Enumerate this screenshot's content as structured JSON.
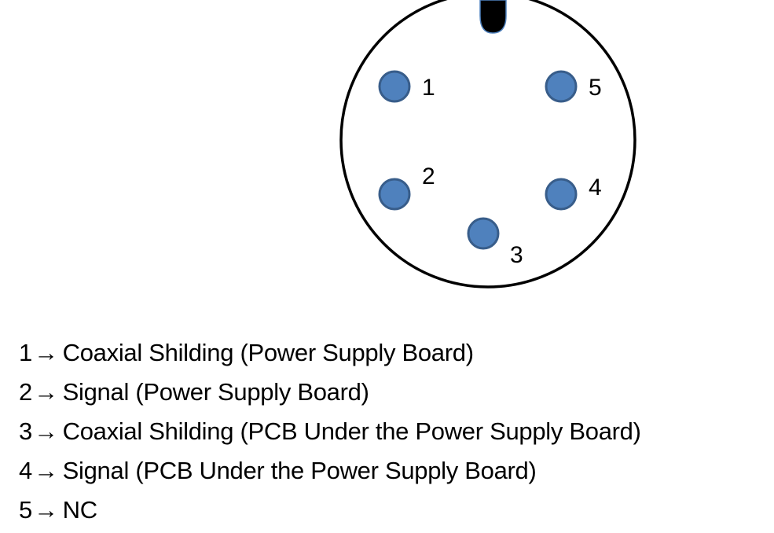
{
  "colors": {
    "pin_fill": "#4f81bd",
    "pin_stroke": "#385d8a",
    "outline": "#000000",
    "key_notch": "#000000"
  },
  "pins": [
    {
      "number": "1"
    },
    {
      "number": "2"
    },
    {
      "number": "3"
    },
    {
      "number": "4"
    },
    {
      "number": "5"
    }
  ],
  "legend": {
    "arrow": "→",
    "items": [
      {
        "number": "1",
        "description": "Coaxial Shilding (Power Supply Board)"
      },
      {
        "number": "2",
        "description": "Signal (Power Supply Board)"
      },
      {
        "number": "3",
        "description": "Coaxial Shilding (PCB Under the Power Supply Board)"
      },
      {
        "number": "4",
        "description": "Signal (PCB Under the Power Supply Board)"
      },
      {
        "number": "5",
        "description": "NC"
      }
    ]
  }
}
